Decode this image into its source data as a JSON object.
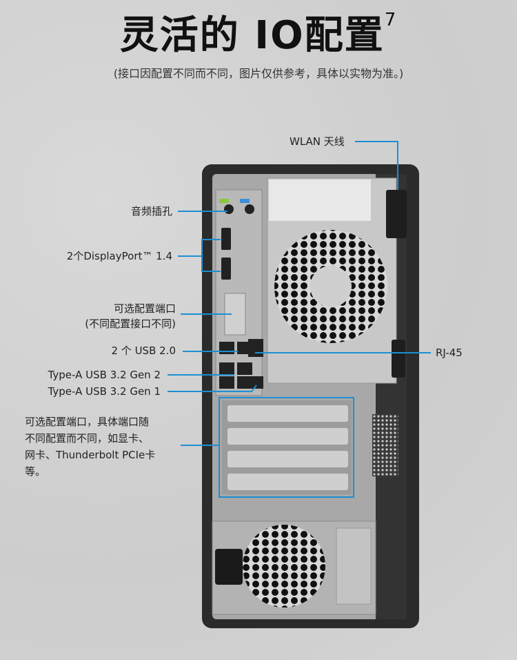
{
  "header": {
    "title": "灵活的 IO配置",
    "footnote": "7",
    "subtitle": "(接口因配置不同而不同，图片仅供参考，具体以实物为准。)"
  },
  "callouts": {
    "wlan": "WLAN 天线",
    "audio": "音频插孔",
    "displayport": "2个DisplayPort™ 1.4",
    "optional_port_line1": "可选配置端口",
    "optional_port_line2": "(不同配置接口不同)",
    "usb2": "2 个 USB 2.0",
    "usb32_gen2": "Type-A USB 3.2 Gen 2",
    "usb32_gen1": "Type-A USB 3.2 Gen 1",
    "rj45": "RJ-45",
    "pcie_line1": "可选配置端口，具体端口随",
    "pcie_line2": "不同配置而不同，如显卡、",
    "pcie_line3": "网卡、Thunderbolt PCIe卡",
    "pcie_line4": "等。"
  },
  "colors": {
    "callout_line": "#1b8fd2",
    "chassis": "#2a2a2a",
    "panel": "#a9a9a9"
  }
}
